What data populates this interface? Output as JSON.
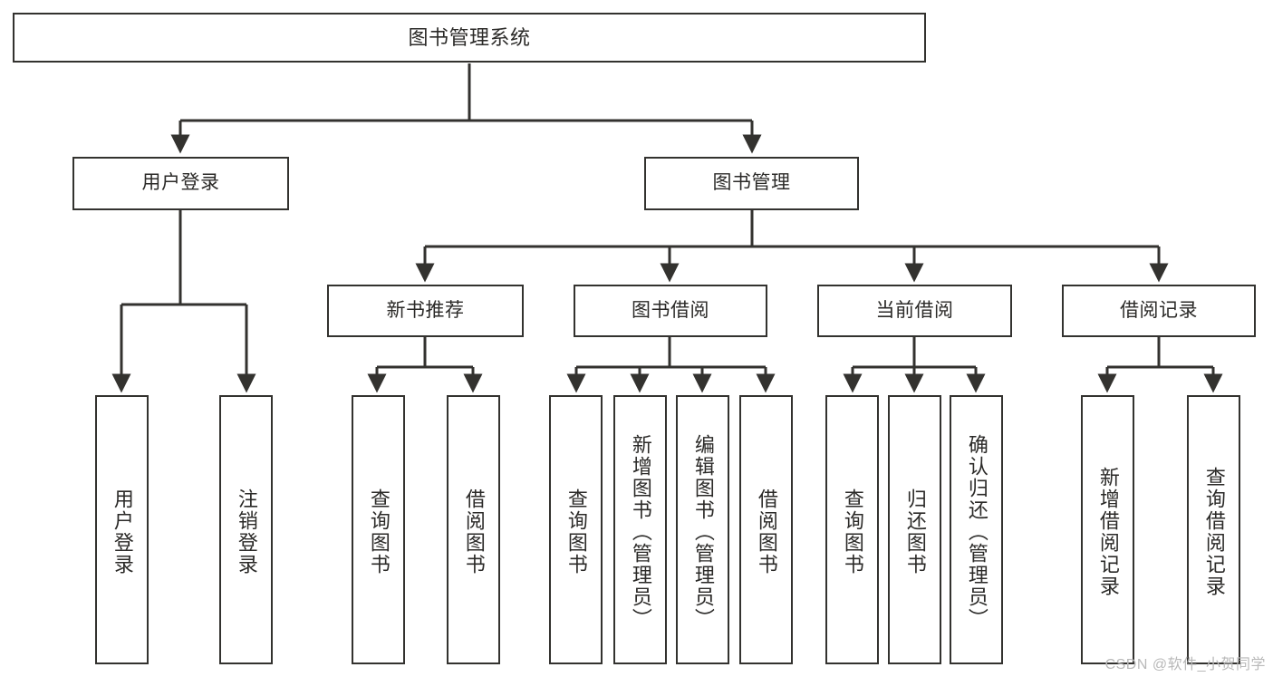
{
  "diagram": {
    "title": "图书管理系统",
    "type": "hierarchy-tree",
    "line_color": "#33322f",
    "box_fill": "#ffffff",
    "text_color": "#2b2a28",
    "nodes": {
      "root": {
        "label": "图书管理系统"
      },
      "level2": [
        {
          "label": "用户登录"
        },
        {
          "label": "图书管理"
        }
      ],
      "level3": [
        {
          "label": "新书推荐"
        },
        {
          "label": "图书借阅"
        },
        {
          "label": "当前借阅"
        },
        {
          "label": "借阅记录"
        }
      ],
      "leaves_user_login": [
        {
          "label": "用户登录"
        },
        {
          "label": "注销登录"
        }
      ],
      "leaves_new_book": [
        {
          "label": "查询图书"
        },
        {
          "label": "借阅图书"
        }
      ],
      "leaves_borrow": [
        {
          "label": "查询图书"
        },
        {
          "label": "新增图书（管理员）"
        },
        {
          "label": "编辑图书（管理员）"
        },
        {
          "label": "借阅图书"
        }
      ],
      "leaves_current": [
        {
          "label": "查询图书"
        },
        {
          "label": "归还图书"
        },
        {
          "label": "确认归还（管理员）"
        }
      ],
      "leaves_record": [
        {
          "label": "新增借阅记录"
        },
        {
          "label": "查询借阅记录"
        }
      ]
    }
  },
  "watermark": {
    "text": "CSDN @软件_小贺同学"
  }
}
